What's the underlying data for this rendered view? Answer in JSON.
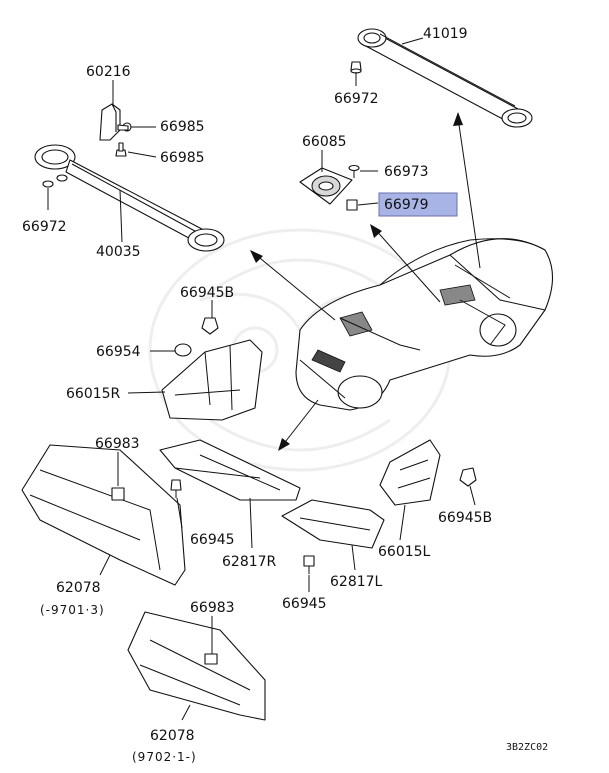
{
  "labels": {
    "p41019": "41019",
    "p66972_top": "66972",
    "p60216": "60216",
    "p66985_a": "66985",
    "p66985_b": "66985",
    "p66085": "66085",
    "p66973": "66973",
    "p66979": "66979",
    "p66972_left": "66972",
    "p40035": "40035",
    "p66945B_left": "66945B",
    "p66954": "66954",
    "p66015R": "66015R",
    "p66983_a": "66983",
    "p66945_a": "66945",
    "p62817R": "62817R",
    "p62078_a": "62078",
    "p62078_a_range": "(-9701·3)",
    "p66945B_right": "66945B",
    "p66015L": "66015L",
    "p62817L": "62817L",
    "p66945_b": "66945",
    "p66983_b": "66983",
    "p62078_b": "62078",
    "p62078_b_range": "(9702·1-)",
    "diagram_code": "3B2ZC02"
  },
  "highlight_color": "#a9b4e6"
}
